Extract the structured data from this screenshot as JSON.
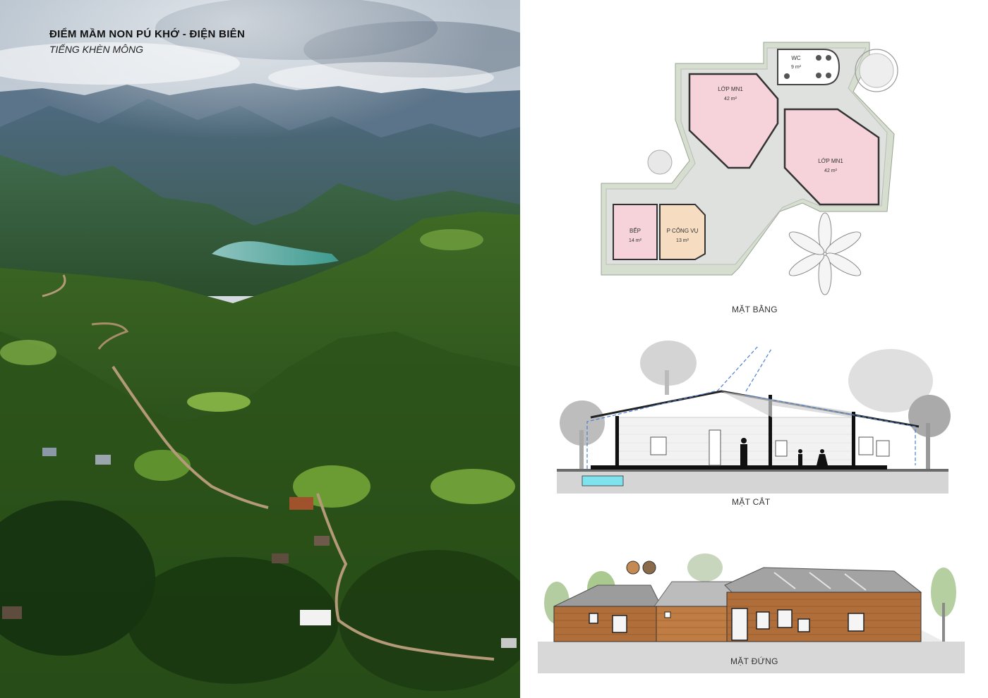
{
  "title": {
    "main": "ĐIỂM MẦM NON PÚ KHỚ - ĐIỆN BIÊN",
    "subtitle": "TIẾNG KHÈN MÔNG"
  },
  "plan": {
    "caption": "MẶT BẰNG",
    "rooms": {
      "wc": {
        "name": "WC",
        "area": "9 m²"
      },
      "class1": {
        "name": "LỚP MN1",
        "area": "42 m²"
      },
      "class2": {
        "name": "LỚP MN1",
        "area": "42 m²"
      },
      "kitchen": {
        "name": "BẾP",
        "area": "14 m²"
      },
      "office": {
        "name": "P CÔNG VỤ",
        "area": "13 m²"
      }
    },
    "colors": {
      "classroom": "#f6d3da",
      "office": "#f6dcc0",
      "ground": "#d6dfcf"
    }
  },
  "section": {
    "caption": "MẶT CẮT"
  },
  "elevation": {
    "caption": "MẶT ĐỨNG"
  }
}
